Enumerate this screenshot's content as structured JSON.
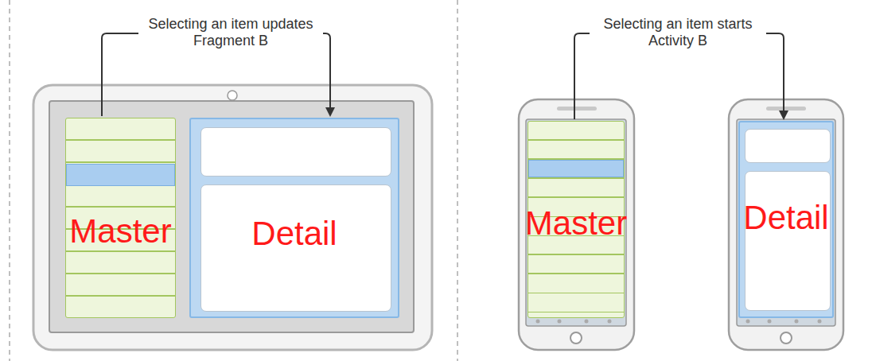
{
  "diagram": {
    "nodes": [
      {
        "text": [
          "Master"
        ]
      },
      {
        "text": [
          "Detail"
        ]
      },
      {
        "text": [
          "Master"
        ]
      },
      {
        "text": [
          "Detail"
        ]
      }
    ],
    "edges": [
      {
        "from": 0,
        "to": 1,
        "label": "Selecting an item updates Fragment B",
        "arrow": "to"
      },
      {
        "from": 2,
        "to": 3,
        "label": "Selecting an item starts Activity B",
        "arrow": "to"
      }
    ]
  }
}
